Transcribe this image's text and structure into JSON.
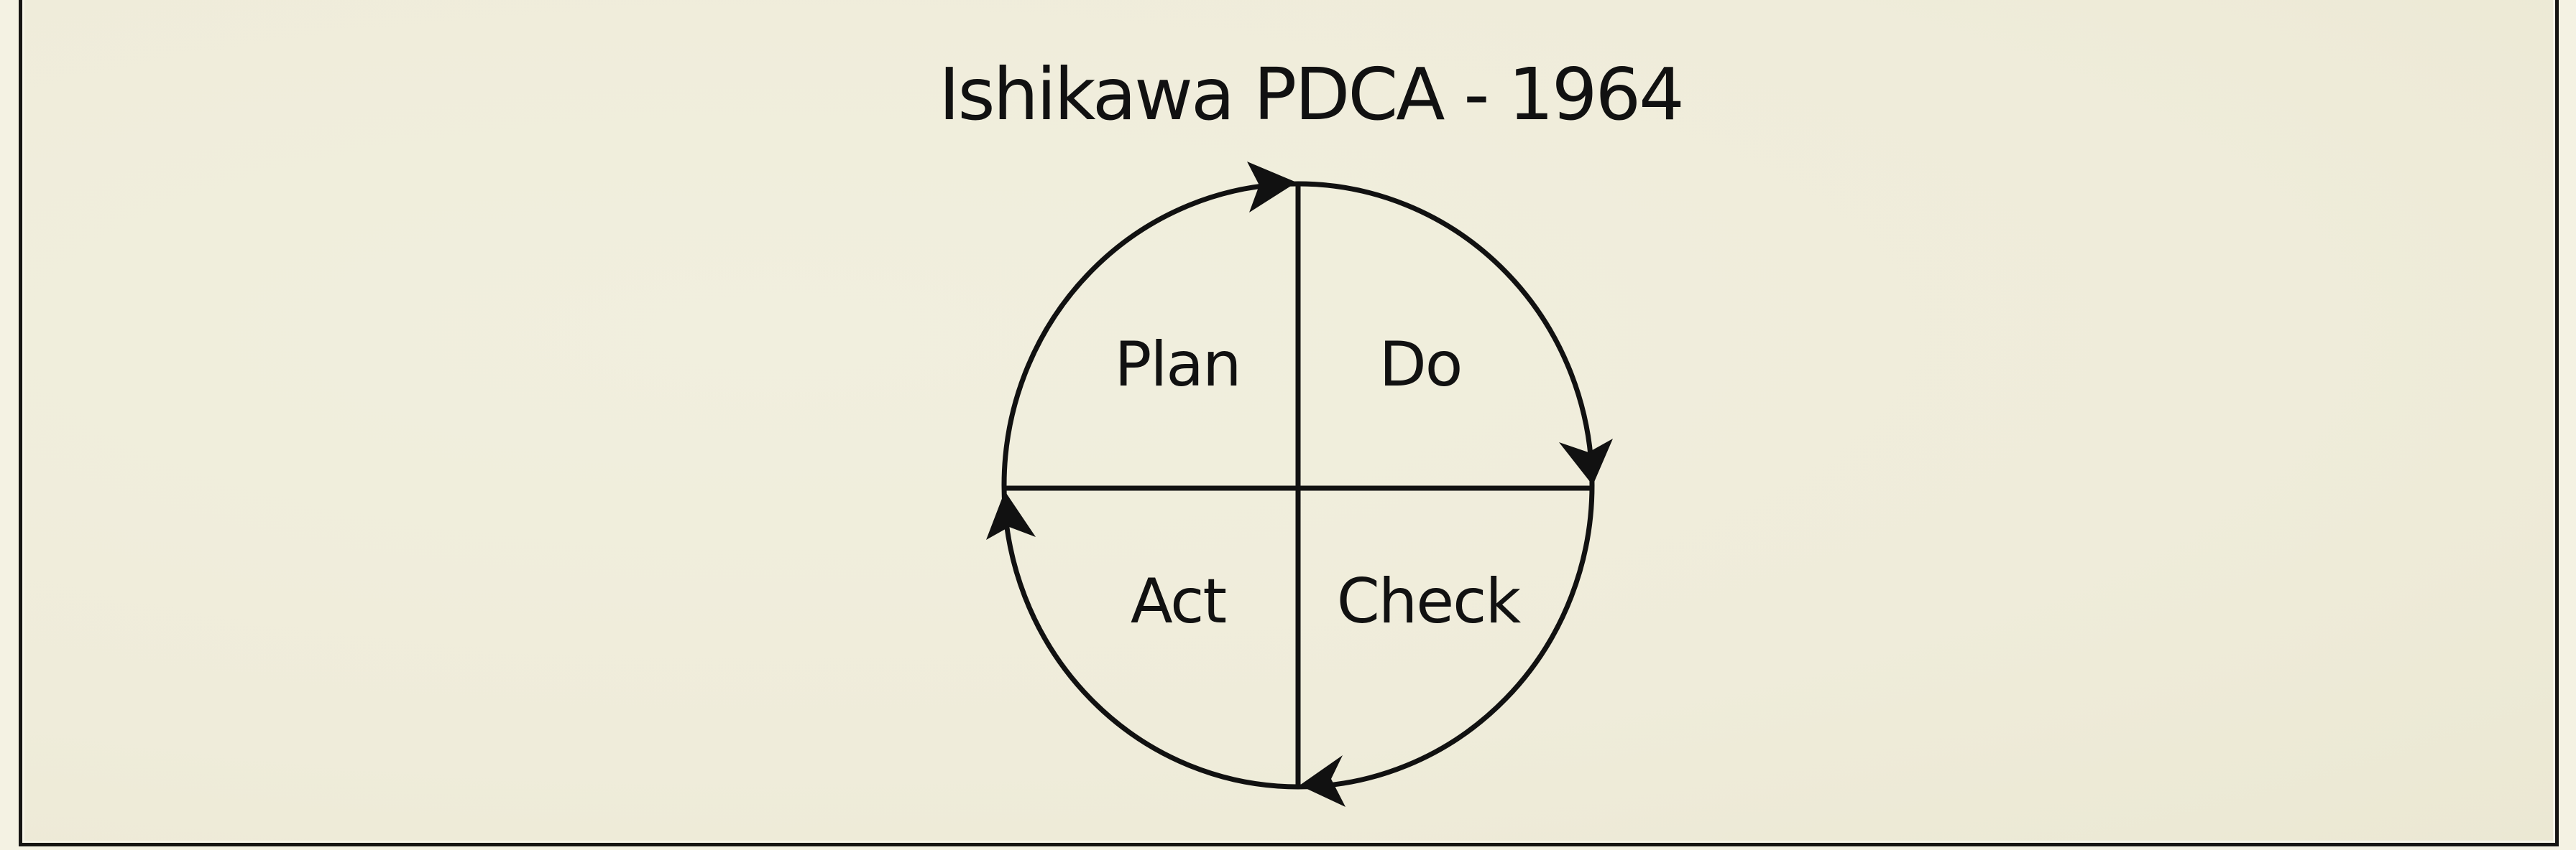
{
  "title": "Ishikawa PDCA - 1964",
  "quadrants": {
    "plan": "Plan",
    "do": "Do",
    "check": "Check",
    "act": "Act"
  },
  "cycle_direction": "clockwise",
  "colors": {
    "background": "#f4f2e3",
    "stroke": "#111111",
    "text": "#111111"
  }
}
